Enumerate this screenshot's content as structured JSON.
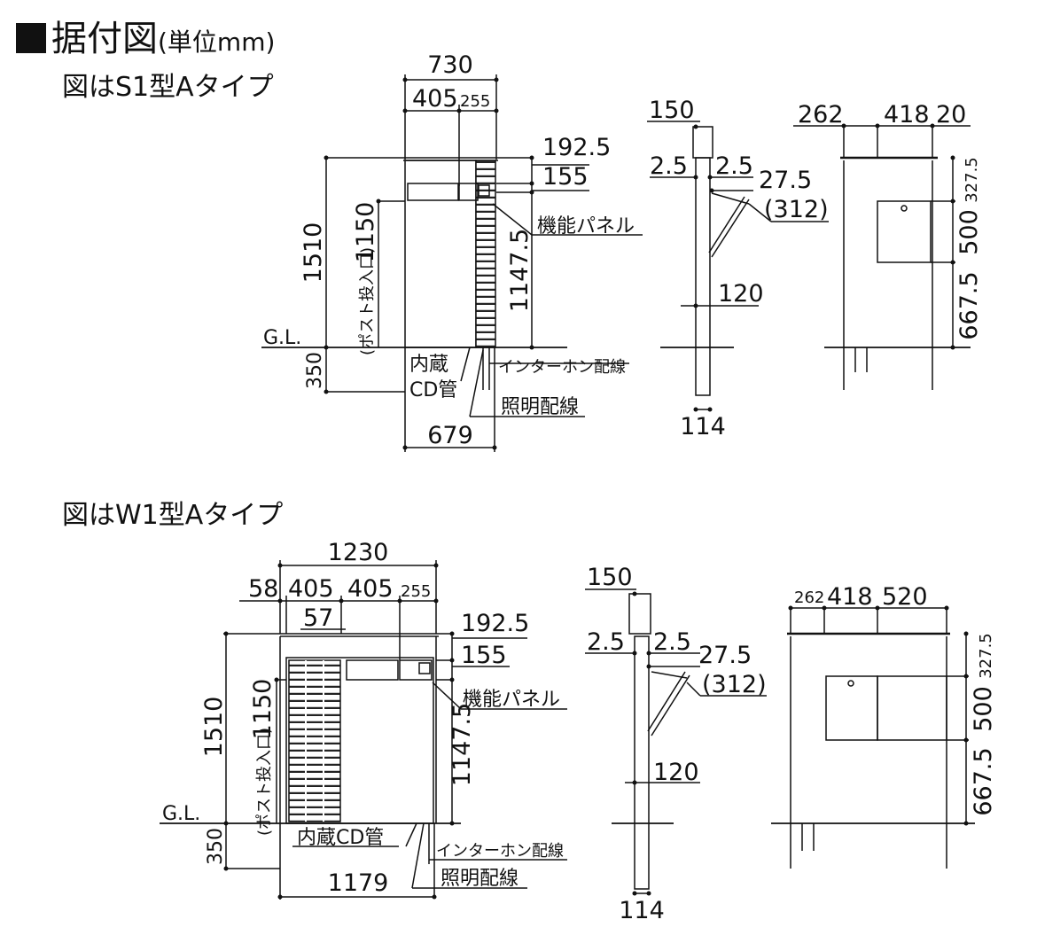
{
  "title": {
    "main": "据付図",
    "unit": "(単位mm)"
  },
  "s1": {
    "caption": "図はS1型Aタイプ",
    "front": {
      "w730": "730",
      "w405": "405",
      "w255": "255",
      "d1925": "192.5",
      "d155": "155",
      "h1510": "1510",
      "h1150": "1150",
      "post": "(ポスト投入口)",
      "h11475": "1147.5",
      "gl": "G.L.",
      "d350": "350",
      "w679": "679",
      "panel": "機能パネル",
      "cd1": "内蔵",
      "cd2": "CD管",
      "intercom": "インターホン配線",
      "light": "照明配線"
    },
    "side": {
      "w150": "150",
      "a25": "2.5",
      "b25": "2.5",
      "d275": "27.5",
      "d312": "(312)",
      "d120": "120",
      "d114": "114"
    },
    "rear": {
      "d262": "262",
      "d418": "418",
      "d20": "20",
      "d3275": "327.5",
      "d500": "500",
      "d6675": "667.5"
    }
  },
  "w1": {
    "caption": "図はW1型Aタイプ",
    "front": {
      "w1230": "1230",
      "w58": "58",
      "w405a": "405",
      "w405b": "405",
      "w255": "255",
      "w57": "57",
      "d1925": "192.5",
      "d155": "155",
      "h1510": "1510",
      "h1150": "1150",
      "post": "(ポスト投入口)",
      "h11475": "1147.5",
      "gl": "G.L.",
      "d350": "350",
      "w1179": "1179",
      "panel": "機能パネル",
      "cd": "内蔵CD管",
      "intercom": "インターホン配線",
      "light": "照明配線"
    },
    "side": {
      "w150": "150",
      "a25": "2.5",
      "b25": "2.5",
      "d275": "27.5",
      "d312": "(312)",
      "d120": "120",
      "d114": "114"
    },
    "rear": {
      "d262": "262",
      "d418": "418",
      "d520": "520",
      "d3275": "327.5",
      "d500": "500",
      "d6675": "667.5"
    }
  }
}
